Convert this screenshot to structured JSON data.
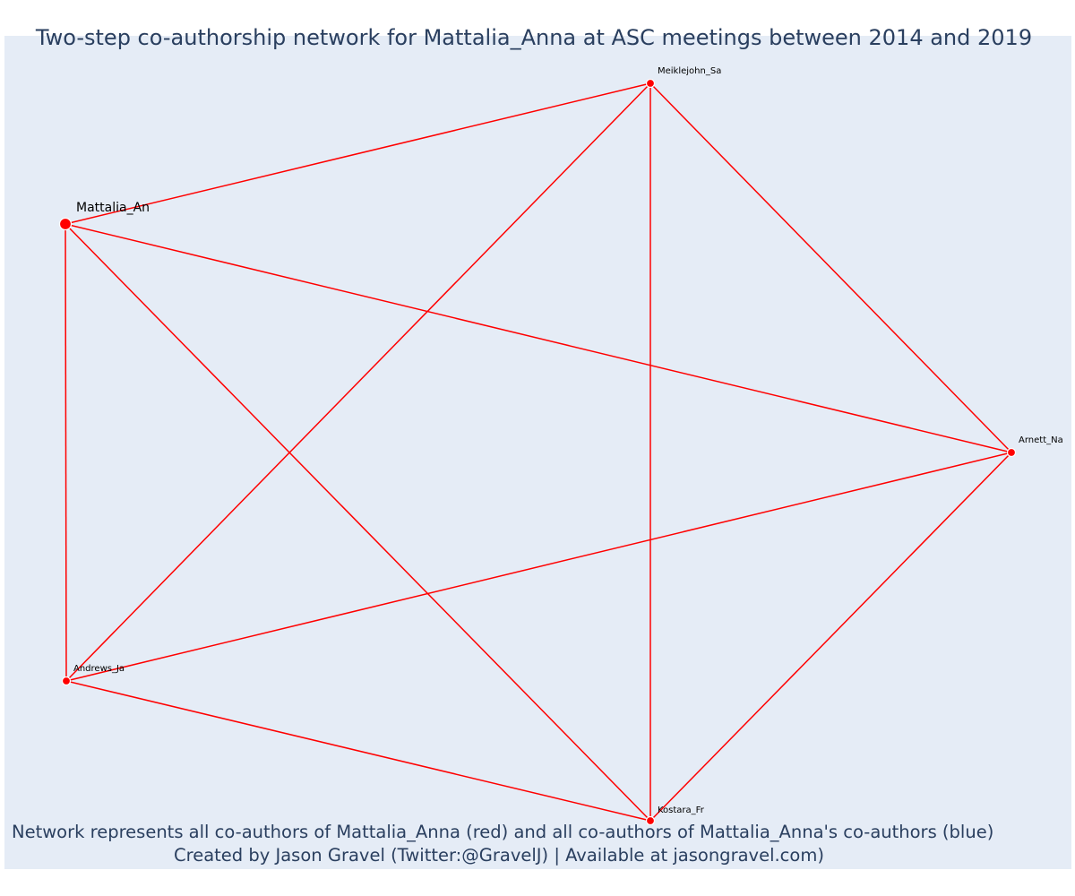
{
  "title": "Two-step co-authorship network for Mattalia_Anna at ASC meetings between 2014 and 2019",
  "captions": [
    "Network represents all co-authors of Mattalia_Anna (red) and all co-authors of Mattalia_Anna's co-authors (blue)",
    "Created by Jason Gravel (Twitter:@GravelJ) | Available at jasongravel.com)"
  ],
  "colors": {
    "background": "#e5ecf6",
    "edge": "#ff0000",
    "node": "#ff0000",
    "title_text": "#2a3f5f"
  },
  "chart_data": {
    "type": "network",
    "nodes": [
      {
        "id": "Mattalia_An",
        "label": "Mattalia_An",
        "focal": true
      },
      {
        "id": "Meiklejohn_Sa",
        "label": "Meiklejohn_Sa",
        "focal": false
      },
      {
        "id": "Arnett_Na",
        "label": "Arnett_Na",
        "focal": false
      },
      {
        "id": "Kostara_Fr",
        "label": "Kostara_Fr",
        "focal": false
      },
      {
        "id": "Andrews_Ja",
        "label": "Andrews_Ja",
        "focal": false
      }
    ],
    "edges": [
      [
        "Mattalia_An",
        "Meiklejohn_Sa"
      ],
      [
        "Mattalia_An",
        "Arnett_Na"
      ],
      [
        "Mattalia_An",
        "Kostara_Fr"
      ],
      [
        "Mattalia_An",
        "Andrews_Ja"
      ],
      [
        "Meiklejohn_Sa",
        "Arnett_Na"
      ],
      [
        "Meiklejohn_Sa",
        "Kostara_Fr"
      ],
      [
        "Meiklejohn_Sa",
        "Andrews_Ja"
      ],
      [
        "Arnett_Na",
        "Kostara_Fr"
      ],
      [
        "Arnett_Na",
        "Andrews_Ja"
      ],
      [
        "Kostara_Fr",
        "Andrews_Ja"
      ]
    ]
  }
}
